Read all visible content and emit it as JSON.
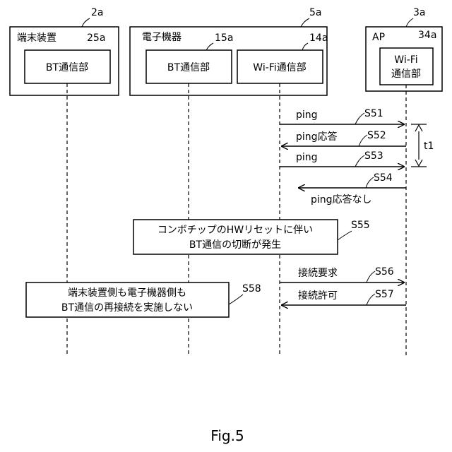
{
  "colors": {
    "ink": "#000000",
    "background": "#ffffff"
  },
  "devices": {
    "terminal": {
      "ref": "2a",
      "name": "端末装置",
      "unit_ref": "25a",
      "unit_label": "BT通信部"
    },
    "electronic": {
      "ref": "5a",
      "name": "電子機器",
      "bt_ref": "15a",
      "bt_label": "BT通信部",
      "wifi_ref": "14a",
      "wifi_label": "Wi-Fi通信部"
    },
    "ap": {
      "ref": "3a",
      "name": "AP",
      "unit_ref": "34a",
      "unit_line1": "Wi-Fi",
      "unit_line2": "通信部"
    }
  },
  "messages": {
    "s51": {
      "label": "ping",
      "step": "S51"
    },
    "s52": {
      "label": "ping応答",
      "step": "S52"
    },
    "s53": {
      "label": "ping",
      "step": "S53"
    },
    "s54": {
      "label": "ping応答なし",
      "step": "S54"
    },
    "s56": {
      "label": "接続要求",
      "step": "S56"
    },
    "s57": {
      "label": "接続許可",
      "step": "S57"
    }
  },
  "interval": {
    "label": "t1"
  },
  "notes": {
    "s55": {
      "line1": "コンボチップのHWリセットに伴い",
      "line2": "BT通信の切断が発生",
      "step": "S55"
    },
    "s58": {
      "line1": "端末装置側も電子機器側も",
      "line2": "BT通信の再接続を実施しない",
      "step": "S58"
    }
  },
  "figure": {
    "caption": "Fig.5"
  }
}
